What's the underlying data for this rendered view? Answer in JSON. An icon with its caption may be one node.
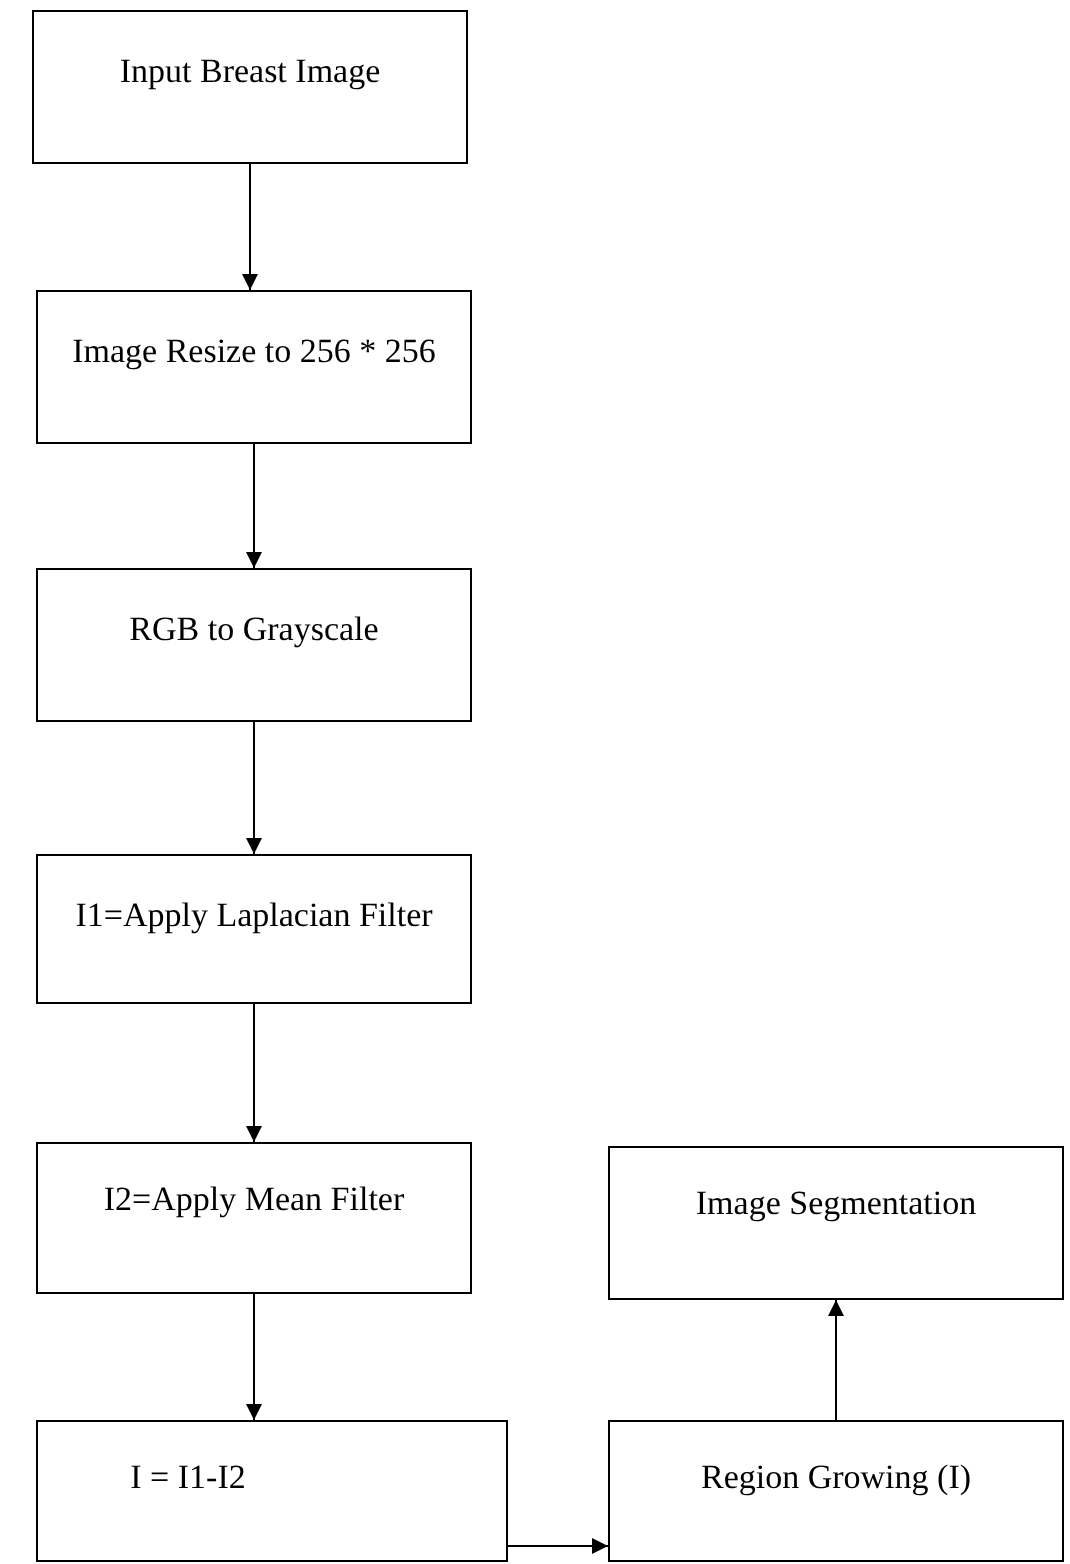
{
  "diagram": {
    "nodes": [
      {
        "text": [
          "Input Breast Image"
        ]
      },
      {
        "text": [
          "Image Resize to 256 * 256"
        ]
      },
      {
        "text": [
          "RGB to Grayscale"
        ]
      },
      {
        "text": [
          "I1=Apply Laplacian Filter"
        ]
      },
      {
        "text": [
          "I2=Apply Mean Filter"
        ]
      },
      {
        "text": [
          "I = I1-I2"
        ]
      },
      {
        "text": [
          "Region Growing (I)"
        ]
      },
      {
        "text": [
          "Image Segmentation"
        ]
      }
    ],
    "edges": [
      {
        "from": 0,
        "to": 1,
        "arrow": "to"
      },
      {
        "from": 1,
        "to": 2,
        "arrow": "to"
      },
      {
        "from": 2,
        "to": 3,
        "arrow": "to"
      },
      {
        "from": 3,
        "to": 4,
        "arrow": "to"
      },
      {
        "from": 4,
        "to": 5,
        "arrow": "to"
      },
      {
        "from": 5,
        "to": 6,
        "arrow": "to"
      },
      {
        "from": 6,
        "to": 7,
        "arrow": "to"
      }
    ]
  }
}
